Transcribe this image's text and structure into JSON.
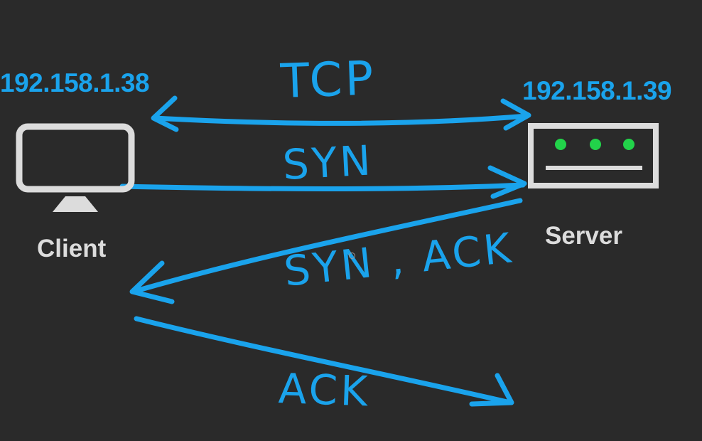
{
  "client": {
    "ip": "192.158.1.38",
    "label": "Client",
    "icon": "monitor-icon"
  },
  "server": {
    "ip": "192.158.1.39",
    "label": "Server",
    "icon": "server-icon",
    "led_color": "#22d34a"
  },
  "messages": {
    "tcp": "TCP",
    "syn": "SYN",
    "syn_ack": "SYN , ACK",
    "ack": "ACK"
  },
  "colors": {
    "background": "#2a2a2a",
    "accent": "#1aa3ec",
    "device": "#dcdcdc"
  }
}
